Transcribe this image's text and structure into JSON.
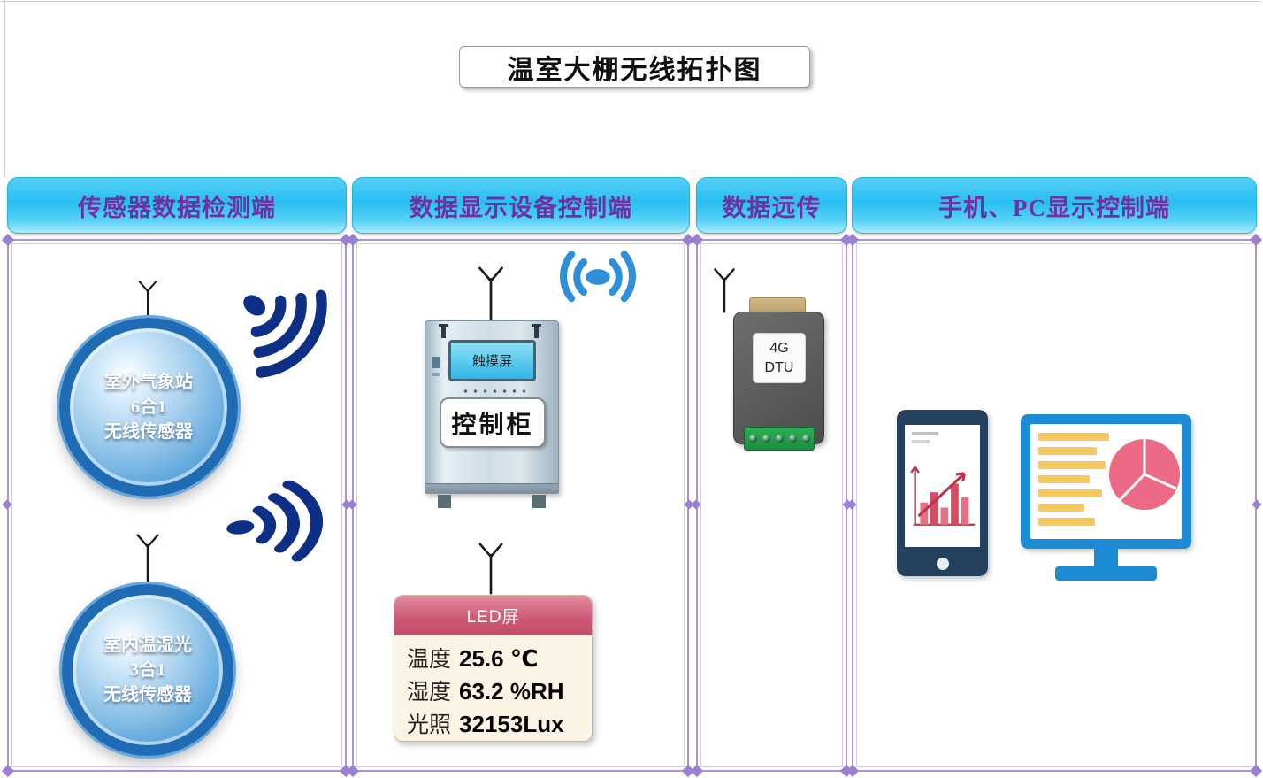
{
  "title": "温室大棚无线拓扑图",
  "columns": {
    "sensor": "传感器数据检测端",
    "display": "数据显示设备控制端",
    "remote": "数据远传",
    "client": "手机、PC显示控制端"
  },
  "sensor_panel": {
    "outdoor": {
      "line1": "室外气象站",
      "line2": "6合1",
      "line3": "无线传感器"
    },
    "indoor": {
      "line1": "室内温湿光",
      "line2": "3合1",
      "line3": "无线传感器"
    }
  },
  "control_panel": {
    "touch_screen": "触摸屏",
    "cabinet": "控制柜",
    "led": {
      "title": "LED屏",
      "rows": [
        {
          "label": "温度",
          "value": "25.6 ℃"
        },
        {
          "label": "湿度",
          "value": "63.2 %RH"
        },
        {
          "label": "光照",
          "value": "32153Lux"
        }
      ]
    }
  },
  "remote_panel": {
    "dtu_line1": "4G",
    "dtu_line2": "DTU"
  },
  "colors": {
    "header_cyan": "#29BEF1",
    "header_text": "#7030A0",
    "wifi_navy": "#0E2F86",
    "wifi_blue": "#2F8FD9",
    "sphere_blue": "#1F6CB4",
    "led_header_pink": "#CD5873",
    "dtu_gray": "#5A5A5A",
    "dtu_green": "#1F8C40",
    "phone_navy": "#24415E",
    "monitor_blue": "#1E8BD6",
    "pie_pink": "#EC6A86",
    "text_lines_yellow": "#F6C85F",
    "panel_border_purple": "#AB93D6"
  }
}
